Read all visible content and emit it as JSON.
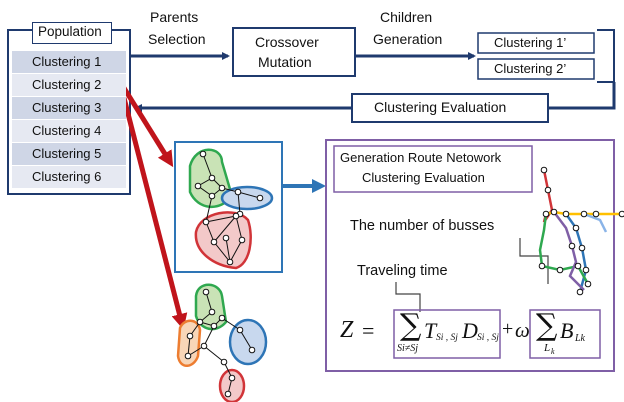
{
  "population": {
    "title": "Population",
    "items": [
      "Clustering  1",
      "Clustering  2",
      "Clustering  3",
      "Clustering  4",
      "Clustering  5",
      "Clustering  6"
    ]
  },
  "labels": {
    "parents_selection": [
      "Parents",
      "Selection"
    ],
    "crossover_mutation": [
      "Crossover",
      "Mutation"
    ],
    "children_generation": [
      "Children",
      "Generation"
    ],
    "children_items": [
      "Clustering  1’",
      "Clustering  2’"
    ],
    "clustering_evaluation": "Clustering Evaluation",
    "eval_box_title": [
      "Generation Route Netowork",
      "Clustering Evaluation"
    ],
    "busses": "The number of busses",
    "traveling_time": "Traveling time"
  },
  "formula": {
    "Z": "Z",
    "eq": "=",
    "sum1_sub": "Si≠Sj",
    "T": "T",
    "T_sub": "Si , Sj",
    "D": "D",
    "D_sub": "Si , Sj",
    "plus": "+",
    "omega": "ω",
    "sum2_sub": "L",
    "sum2_sub_k": "k",
    "B": "B",
    "B_sub": "Lk"
  },
  "colors": {
    "navy": "#1f3a6e",
    "red_arrow": "#c0141b",
    "blue_arrow": "#2e75b6",
    "purple": "#7f5fa6",
    "green": "#2fa84f",
    "blue": "#2e75b6",
    "red": "#d13438",
    "orange": "#ed7d31"
  }
}
